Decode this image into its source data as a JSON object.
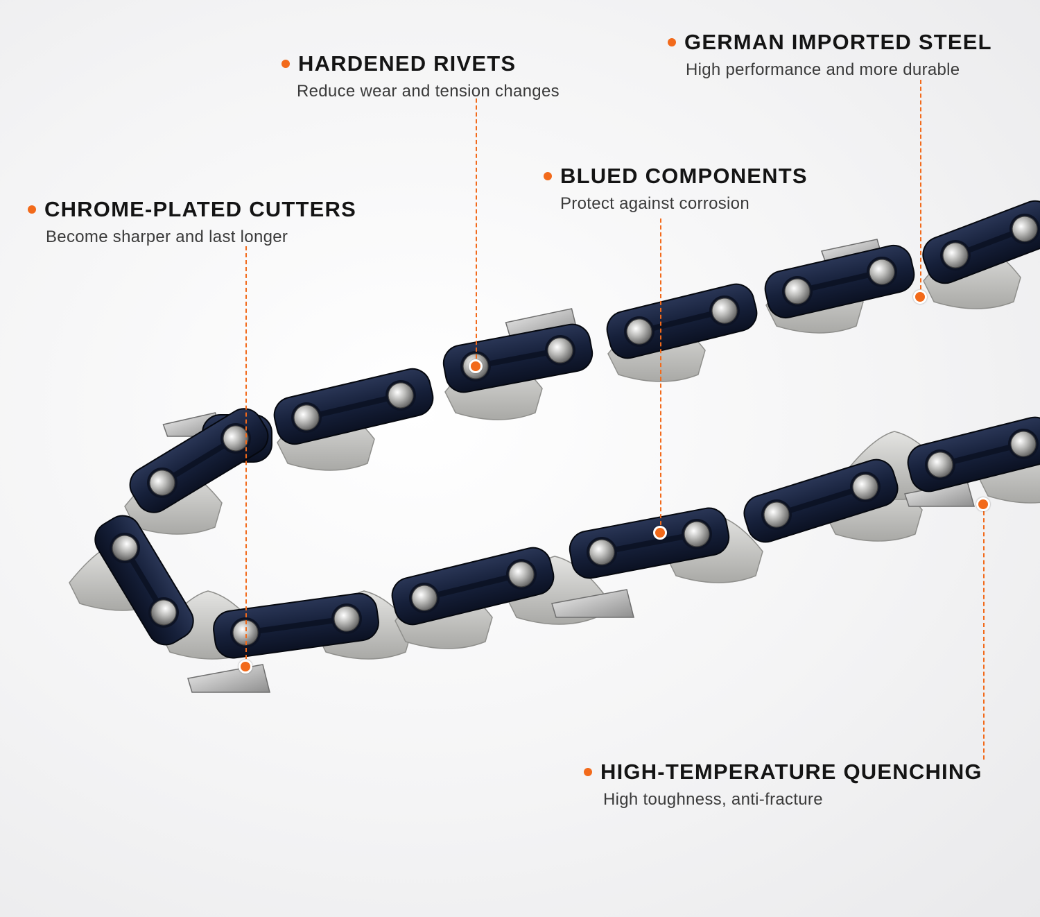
{
  "colors": {
    "accent": "#f26a1b",
    "link_plate": "#16203a",
    "steel": "#c9c9c7"
  },
  "callouts": [
    {
      "id": "chrome",
      "title": "CHROME-PLATED CUTTERS",
      "desc": "Become sharper and last longer"
    },
    {
      "id": "rivets",
      "title": "HARDENED RIVETS",
      "desc": "Reduce wear and tension changes"
    },
    {
      "id": "blued",
      "title": "BLUED COMPONENTS",
      "desc": "Protect against corrosion"
    },
    {
      "id": "steel",
      "title": "GERMAN IMPORTED STEEL",
      "desc": "High performance and more durable"
    },
    {
      "id": "quench",
      "title": "HIGH-TEMPERATURE QUENCHING",
      "desc": "High toughness, anti-fracture"
    }
  ]
}
